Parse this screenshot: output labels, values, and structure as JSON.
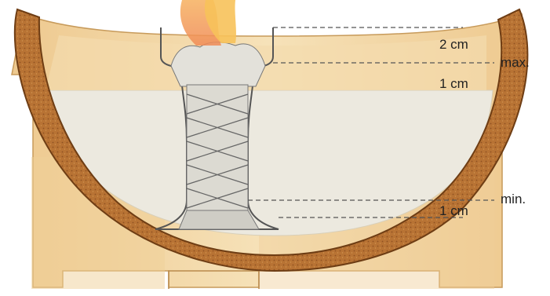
{
  "labels": {
    "gap_top": "2 cm",
    "max": "max.",
    "depth_upper": "1 cm",
    "min": "min.",
    "depth_lower": "1 cm"
  },
  "colors": {
    "pot_body": "#f3dcae",
    "pot_rim_dark": "#a8662a",
    "clay_shell": "#b87334",
    "fuel": "#ece9df",
    "wick": "#d9d7cf",
    "flame_outer": "#f5a55c",
    "flame_inner": "#f7c25a",
    "dash_line": "#555555"
  },
  "icons": [
    "flame-icon",
    "wick-icon",
    "pot-icon"
  ]
}
